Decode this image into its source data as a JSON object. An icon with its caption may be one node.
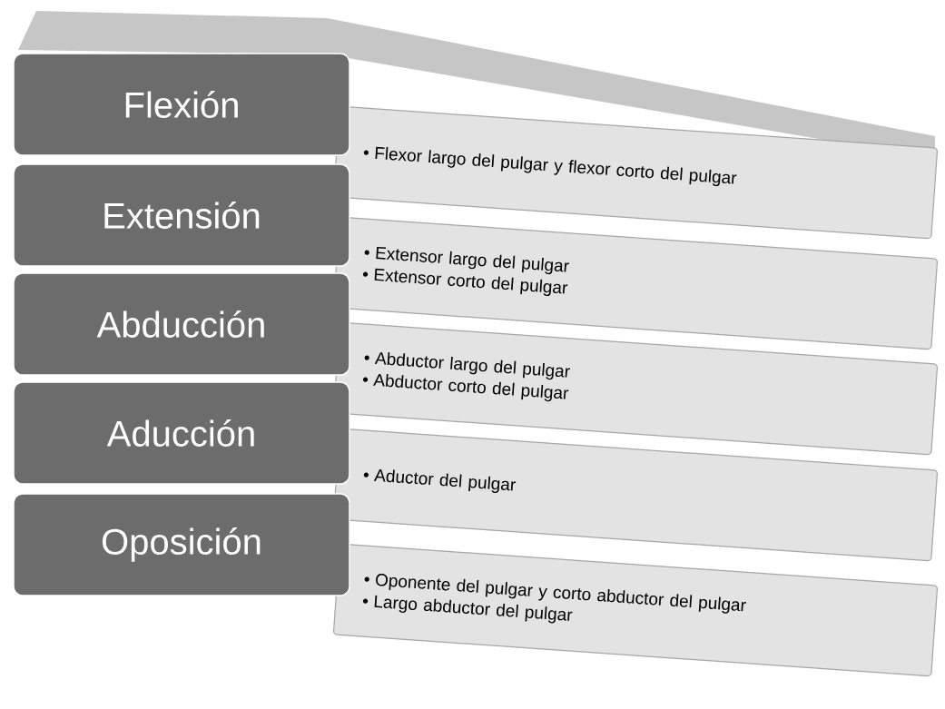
{
  "diagram": {
    "nodes": [
      {
        "text": [
          "Flexión"
        ]
      },
      {
        "text": [
          "Flexor largo del pulgar y flexor corto del pulgar"
        ]
      },
      {
        "text": [
          "Extensión"
        ]
      },
      {
        "text": [
          "Extensor largo del pulgar",
          "Extensor corto del pulgar"
        ]
      },
      {
        "text": [
          "Abducción"
        ]
      },
      {
        "text": [
          "Abductor largo del pulgar",
          "Abductor corto del pulgar"
        ]
      },
      {
        "text": [
          "Aducción"
        ]
      },
      {
        "text": [
          "Aductor del pulgar"
        ]
      },
      {
        "text": [
          "Oposición"
        ]
      },
      {
        "text": [
          "Oponente del pulgar y corto abductor del pulgar",
          "Largo abductor del pulgar"
        ]
      }
    ]
  }
}
